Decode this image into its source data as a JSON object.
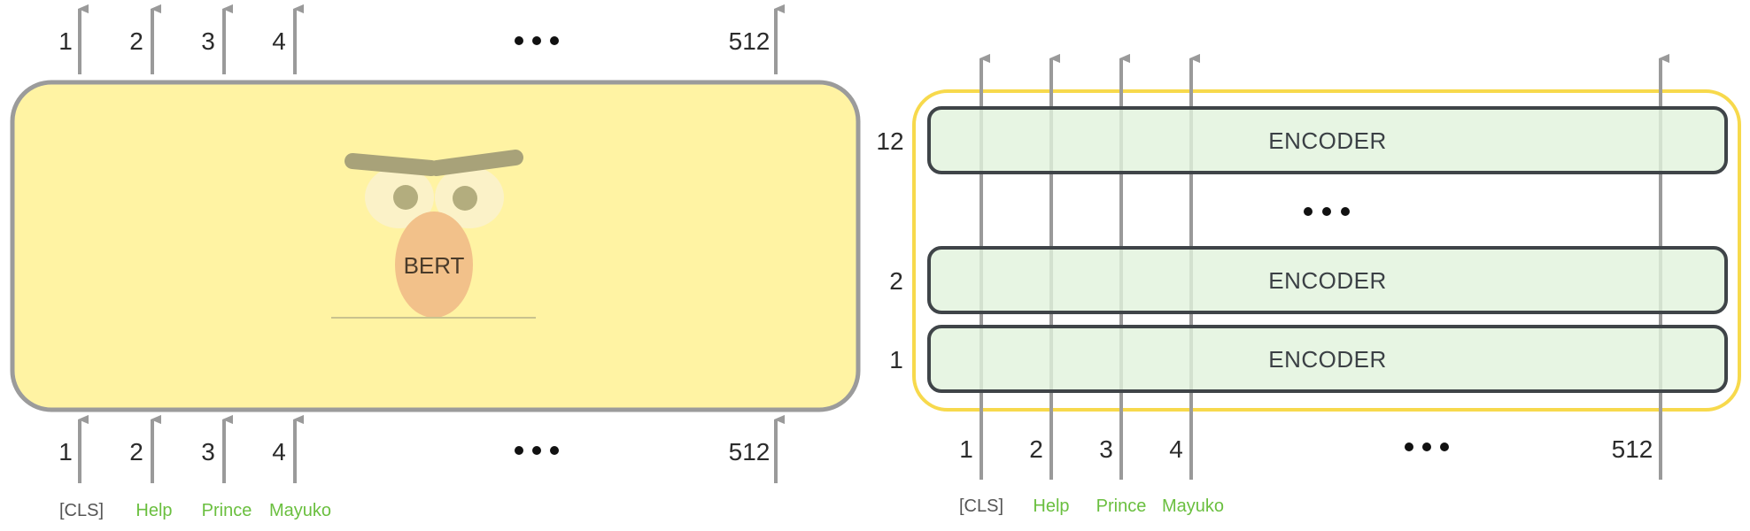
{
  "colors": {
    "arrow": "#9a9a9a",
    "bert_fill": "#fff3a3",
    "bert_border": "#9b9b9b",
    "brow": "#a8a279",
    "nose": "#f2c18a",
    "eye_white": "#fbf2c8",
    "eye_pupil": "#b3ad7e",
    "encoder_fill": "#e1f2dc",
    "encoder_border": "#3f4448",
    "stack_border": "#f7d94c",
    "token_green": "#6abf3f",
    "token_gray": "#555555"
  },
  "left": {
    "model_label": "BERT",
    "output_positions": [
      "1",
      "2",
      "3",
      "4",
      "512"
    ],
    "input_positions": [
      "1",
      "2",
      "3",
      "4",
      "512"
    ],
    "tokens": [
      "[CLS]",
      "Help",
      "Prince",
      "Mayuko"
    ]
  },
  "right": {
    "encoder_label": "ENCODER",
    "layer_numbers": [
      "12",
      "2",
      "1"
    ],
    "input_positions": [
      "1",
      "2",
      "3",
      "4",
      "512"
    ],
    "tokens": [
      "[CLS]",
      "Help",
      "Prince",
      "Mayuko"
    ]
  }
}
